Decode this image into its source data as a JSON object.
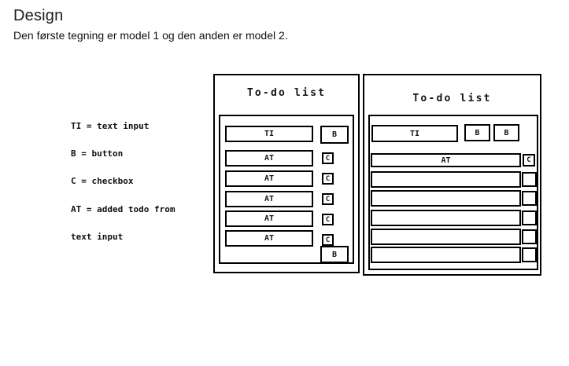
{
  "page": {
    "heading": "Design",
    "subtitle": "Den første tegning er model 1 og den anden er model 2."
  },
  "legend": {
    "lines": [
      "TI = text input",
      "B = button",
      "C = checkbox",
      "AT = added todo from",
      "text input"
    ]
  },
  "colors": {
    "ink": "#000000",
    "background": "#ffffff"
  },
  "model1": {
    "title": "To-do list",
    "text_input_label": "TI",
    "add_button_label": "B",
    "todo_rows": [
      {
        "label": "AT",
        "checkbox": "C"
      },
      {
        "label": "AT",
        "checkbox": "C"
      },
      {
        "label": "AT",
        "checkbox": "C"
      },
      {
        "label": "AT",
        "checkbox": "C"
      },
      {
        "label": "AT",
        "checkbox": "C"
      }
    ],
    "bottom_button_label": "B"
  },
  "model2": {
    "title": "To-do list",
    "text_input_label": "TI",
    "button_labels": [
      "B",
      "B"
    ],
    "added_todo_label": "AT",
    "added_todo_checkbox": "C",
    "empty_row_count": 5
  }
}
